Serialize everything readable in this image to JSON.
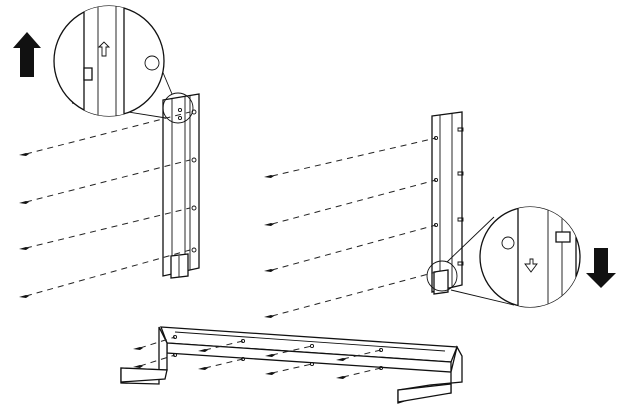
{
  "figure": {
    "steps": [
      {
        "part": "left-upright",
        "screw_count": 4,
        "direction": "up",
        "arrow_color": "#111111"
      },
      {
        "part": "right-upright",
        "screw_count": 4,
        "direction": "down",
        "arrow_color": "#111111"
      },
      {
        "part": "base-frame",
        "screw_count": 8,
        "direction": "none"
      }
    ]
  }
}
